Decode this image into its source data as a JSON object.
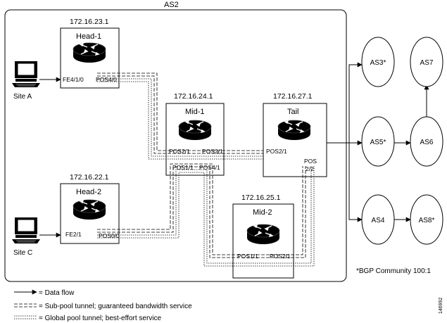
{
  "as2_label": "AS2",
  "routers": {
    "head1": {
      "name": "Head-1",
      "ip": "172.16.23.1",
      "if_left": "FE4/1/0",
      "if_right": "POS4/0"
    },
    "head2": {
      "name": "Head-2",
      "ip": "172.16.22.1",
      "if_left": "FE2/1",
      "if_right": "POS0/0"
    },
    "mid1": {
      "name": "Mid-1",
      "ip": "172.16.24.1",
      "if_a": "POS2/1",
      "if_b": "POS3/1",
      "if_c": "POS1/1",
      "if_d": "POS4/1"
    },
    "tail": {
      "name": "Tail",
      "ip": "172.16.27.1",
      "if_a": "POS2/1",
      "if_b_line1": "POS",
      "if_b_line2": "2/2"
    },
    "mid2": {
      "name": "Mid-2",
      "ip": "172.16.25.1",
      "if_a": "POS1/1",
      "if_b": "POS2/1"
    }
  },
  "sites": {
    "a": "Site A",
    "c": "Site C"
  },
  "as_nodes": {
    "as3": "AS3*",
    "as7": "AS7",
    "as5": "AS5*",
    "as6": "AS6",
    "as4": "AS4",
    "as8": "AS8*"
  },
  "bgp_note": "*BGP Community 100:1",
  "legend": {
    "data_flow": "= Data flow",
    "sub_pool": "= Sub-pool tunnel; guaranteed bandwidth service",
    "global_pool": "= Global pool tunnel; best-effort service"
  },
  "figure_id": "146992"
}
